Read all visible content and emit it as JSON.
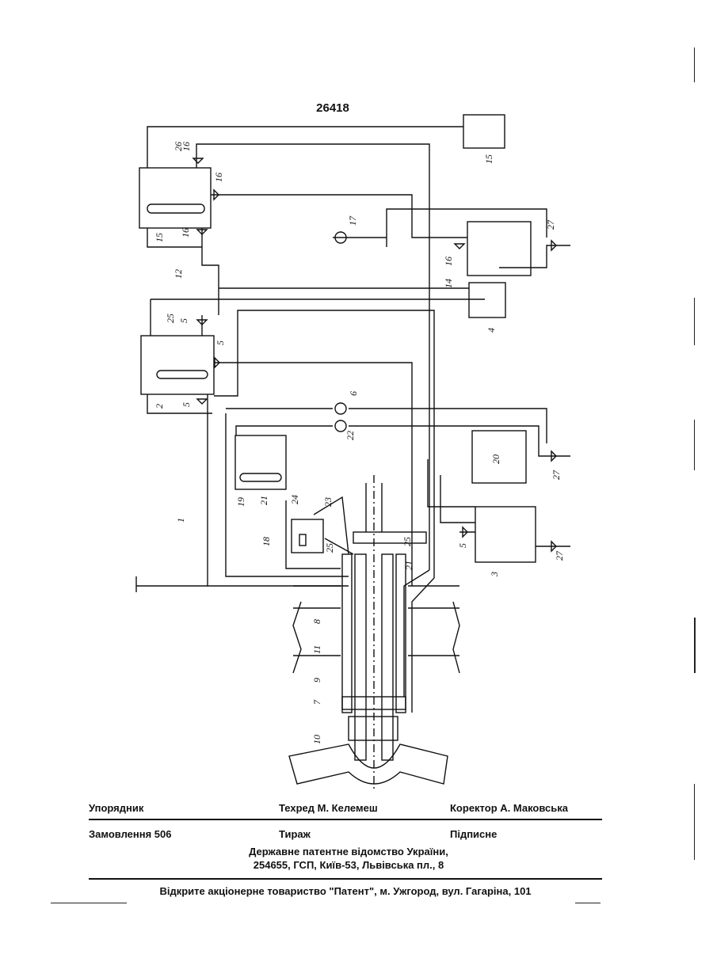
{
  "page_number": "26418",
  "figure": {
    "labels": [
      "1",
      "2",
      "3",
      "4",
      "5",
      "5",
      "5",
      "5",
      "6",
      "7",
      "8",
      "9",
      "10",
      "11",
      "12",
      "14",
      "15",
      "15",
      "16",
      "16",
      "16",
      "16",
      "17",
      "18",
      "19",
      "20",
      "21",
      "21",
      "22",
      "23",
      "24",
      "25",
      "25",
      "26",
      "27",
      "27",
      "27",
      "27"
    ]
  },
  "footer": {
    "compiler": "Упорядник",
    "techred": "Техред М. Келемеш",
    "corrector": "Коректор А. Маковська",
    "order": "Замовлення 506",
    "circulation": "Тираж",
    "subscription": "Підписне",
    "office_line1": "Державне патентне відомство України,",
    "office_line2": "254655, ГСП, Київ-53, Львівська пл., 8",
    "printer": "Відкрите акціонерне товариство \"Патент\", м. Ужгород, вул. Гагаріна, 101"
  }
}
